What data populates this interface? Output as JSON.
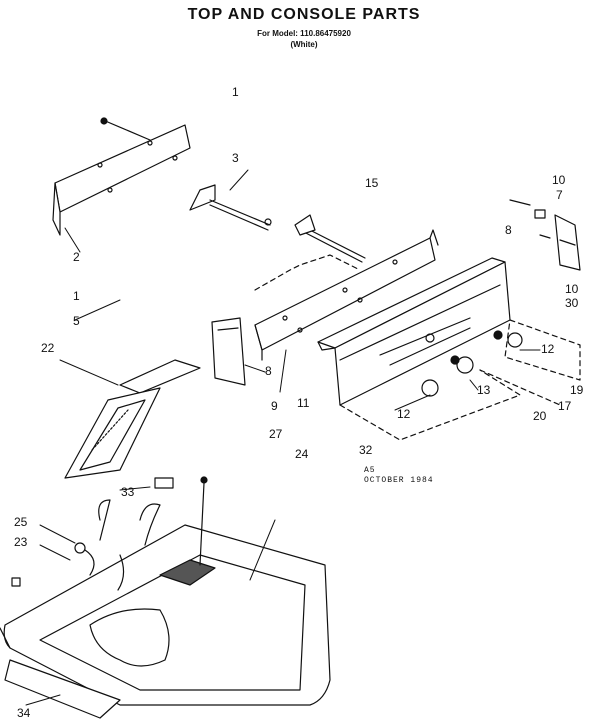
{
  "title": "TOP AND CONSOLE PARTS",
  "subtitle_model": "For Model: 110.86475920",
  "subtitle_color": "(White)",
  "stamp_code": "A5",
  "stamp_date": "OCTOBER 1984",
  "callouts": [
    "1",
    "3",
    "15",
    "10",
    "7",
    "8",
    "2",
    "1",
    "5",
    "22",
    "8",
    "9",
    "11",
    "27",
    "24",
    "12",
    "13",
    "19",
    "10",
    "30",
    "12",
    "20",
    "17",
    "32",
    "33",
    "25",
    "23",
    "34"
  ],
  "line_color": "#111111"
}
